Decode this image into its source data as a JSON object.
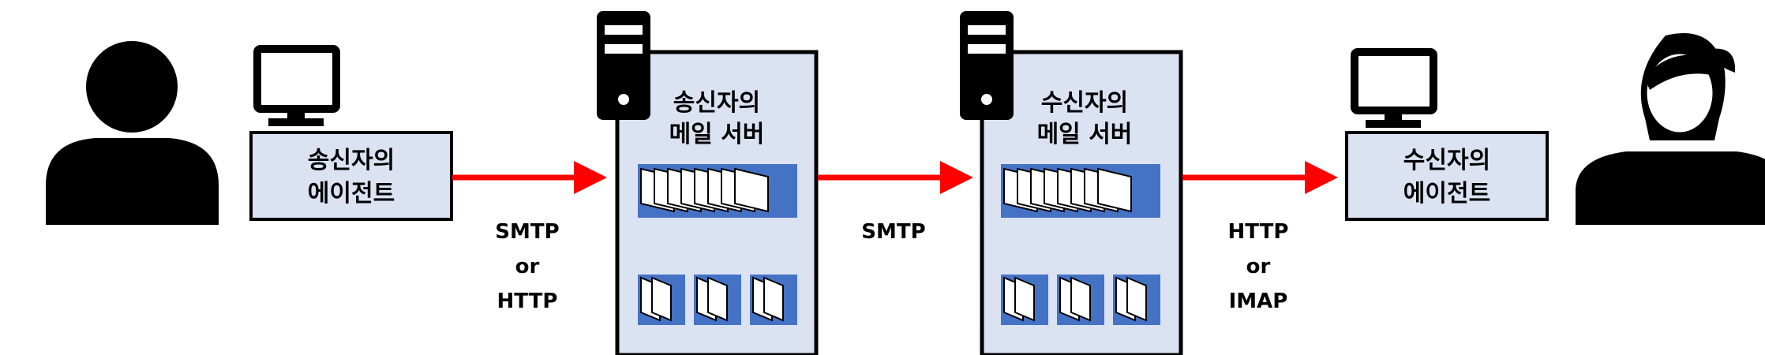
{
  "colors": {
    "box_fill": "#dbe3f3",
    "border": "#000000",
    "arrow": "#ff0000",
    "message_fill": "#4472c4",
    "icon": "#000000"
  },
  "sender": {
    "person_icon": "person-icon",
    "computer_icon": "monitor-icon",
    "agent_line1": "송신자의",
    "agent_line2": "에이전트"
  },
  "sender_server": {
    "server_icon": "server-tower-icon",
    "line1": "송신자의",
    "line2": "메일 서버"
  },
  "receiver_server": {
    "server_icon": "server-tower-icon",
    "line1": "수신자의",
    "line2": "메일 서버"
  },
  "receiver": {
    "person_icon": "woman-icon",
    "computer_icon": "monitor-icon",
    "agent_line1": "수신자의",
    "agent_line2": "에이전트"
  },
  "protocols": {
    "p1": [
      "SMTP",
      "or",
      "HTTP"
    ],
    "p2": [
      "SMTP"
    ],
    "p3": [
      "HTTP",
      "or",
      "IMAP"
    ]
  }
}
